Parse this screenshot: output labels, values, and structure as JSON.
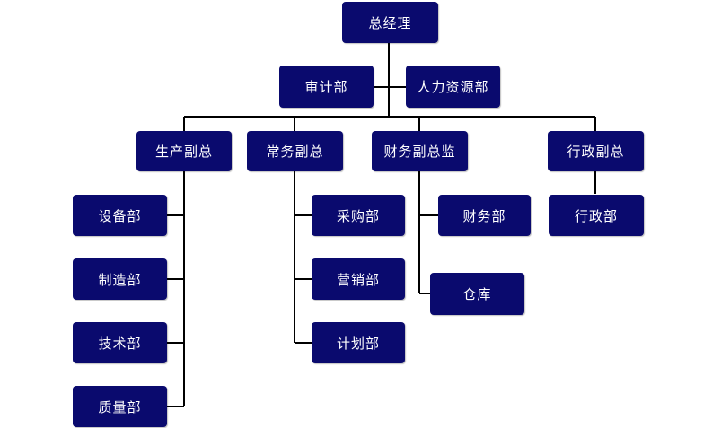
{
  "colors": {
    "box_fill": "#0a0a6e",
    "line": "#000000",
    "text": "#ffffff"
  },
  "org": {
    "gm": "总经理",
    "audit": "审计部",
    "hr": "人力资源部",
    "vp_production": "生产副总",
    "vp_operations": "常务副总",
    "cfo": "财务副总监",
    "vp_admin": "行政副总",
    "equipment": "设备部",
    "manufacturing": "制造部",
    "technology": "技术部",
    "quality": "质量部",
    "purchasing": "采购部",
    "marketing": "营销部",
    "planning": "计划部",
    "finance": "财务部",
    "warehouse": "仓库",
    "administration": "行政部"
  }
}
